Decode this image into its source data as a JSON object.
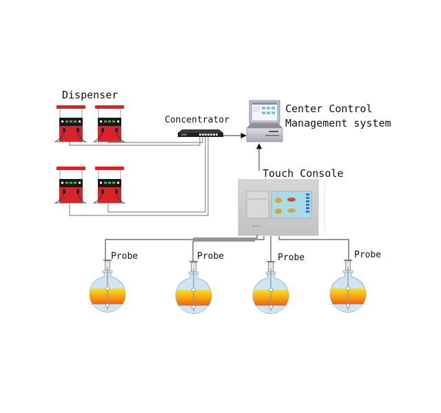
{
  "diagram": {
    "title": "Fuel station tank monitoring system",
    "labels": {
      "dispenser": "Dispenser",
      "concentrator": "Concentrator",
      "center_line1": "Center Control",
      "center_line2": "Management system",
      "touch_console": "Touch Console",
      "probe": "Probe"
    },
    "nodes": [
      {
        "id": "dispenser-1",
        "type": "dispenser",
        "group": "Dispenser"
      },
      {
        "id": "dispenser-2",
        "type": "dispenser",
        "group": "Dispenser"
      },
      {
        "id": "dispenser-3",
        "type": "dispenser",
        "group": "Dispenser"
      },
      {
        "id": "dispenser-4",
        "type": "dispenser",
        "group": "Dispenser"
      },
      {
        "id": "concentrator",
        "type": "network-switch",
        "label": "Concentrator"
      },
      {
        "id": "center-control",
        "type": "computer-terminal",
        "label": "Center Control Management system"
      },
      {
        "id": "touch-console",
        "type": "console",
        "label": "Touch Console"
      },
      {
        "id": "tank-1",
        "type": "tank-with-probe",
        "label": "Probe"
      },
      {
        "id": "tank-2",
        "type": "tank-with-probe",
        "label": "Probe"
      },
      {
        "id": "tank-3",
        "type": "tank-with-probe",
        "label": "Probe"
      },
      {
        "id": "tank-4",
        "type": "tank-with-probe",
        "label": "Probe"
      }
    ],
    "edges": [
      {
        "from": "dispenser-1",
        "to": "concentrator",
        "style": "wire"
      },
      {
        "from": "dispenser-2",
        "to": "concentrator",
        "style": "wire"
      },
      {
        "from": "dispenser-3",
        "to": "concentrator",
        "style": "wire"
      },
      {
        "from": "dispenser-4",
        "to": "concentrator",
        "style": "wire"
      },
      {
        "from": "concentrator",
        "to": "center-control",
        "style": "arrow"
      },
      {
        "from": "touch-console",
        "to": "center-control",
        "style": "arrow"
      },
      {
        "from": "tank-1",
        "to": "touch-console",
        "style": "wire"
      },
      {
        "from": "tank-2",
        "to": "touch-console",
        "style": "wire"
      },
      {
        "from": "tank-3",
        "to": "touch-console",
        "style": "wire"
      },
      {
        "from": "tank-4",
        "to": "touch-console",
        "style": "wire"
      }
    ],
    "colors": {
      "dispenser_red": "#d9232b",
      "dispenser_dark": "#1a1a1a",
      "fuel_top": "#f3d31a",
      "fuel_bottom": "#f06a10",
      "tank_glass": "#cfe6f2",
      "console_body": "#c9c9c9",
      "console_screen": "#a8dcea",
      "wire": "#8a8a8a"
    }
  }
}
